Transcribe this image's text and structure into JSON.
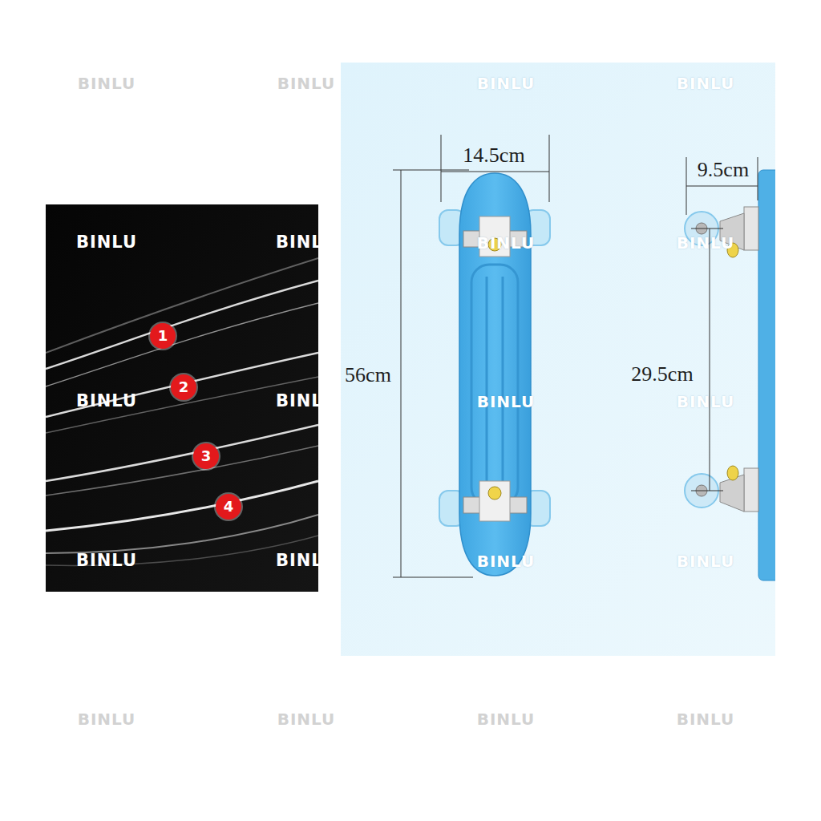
{
  "diagram": {
    "nodes": [
      {
        "text": [
          "1"
        ]
      },
      {
        "text": [
          "2"
        ]
      },
      {
        "text": [
          "3"
        ]
      },
      {
        "text": [
          "4"
        ]
      }
    ],
    "labels": [
      "BINLU",
      "BINLU",
      "BINLU",
      "BINLU",
      "14.5cm",
      "9.5cm",
      "BINLU",
      "BINLU",
      "BINLU",
      "BINLU",
      "56cm",
      "29.5cm",
      "BINLU",
      "BINLU",
      "BINLU",
      "BINLU",
      "BINLU",
      "BINLU",
      "BINLU",
      "BINLU",
      "BINLU",
      "BINLU",
      "BINLU",
      "BINLU"
    ]
  }
}
